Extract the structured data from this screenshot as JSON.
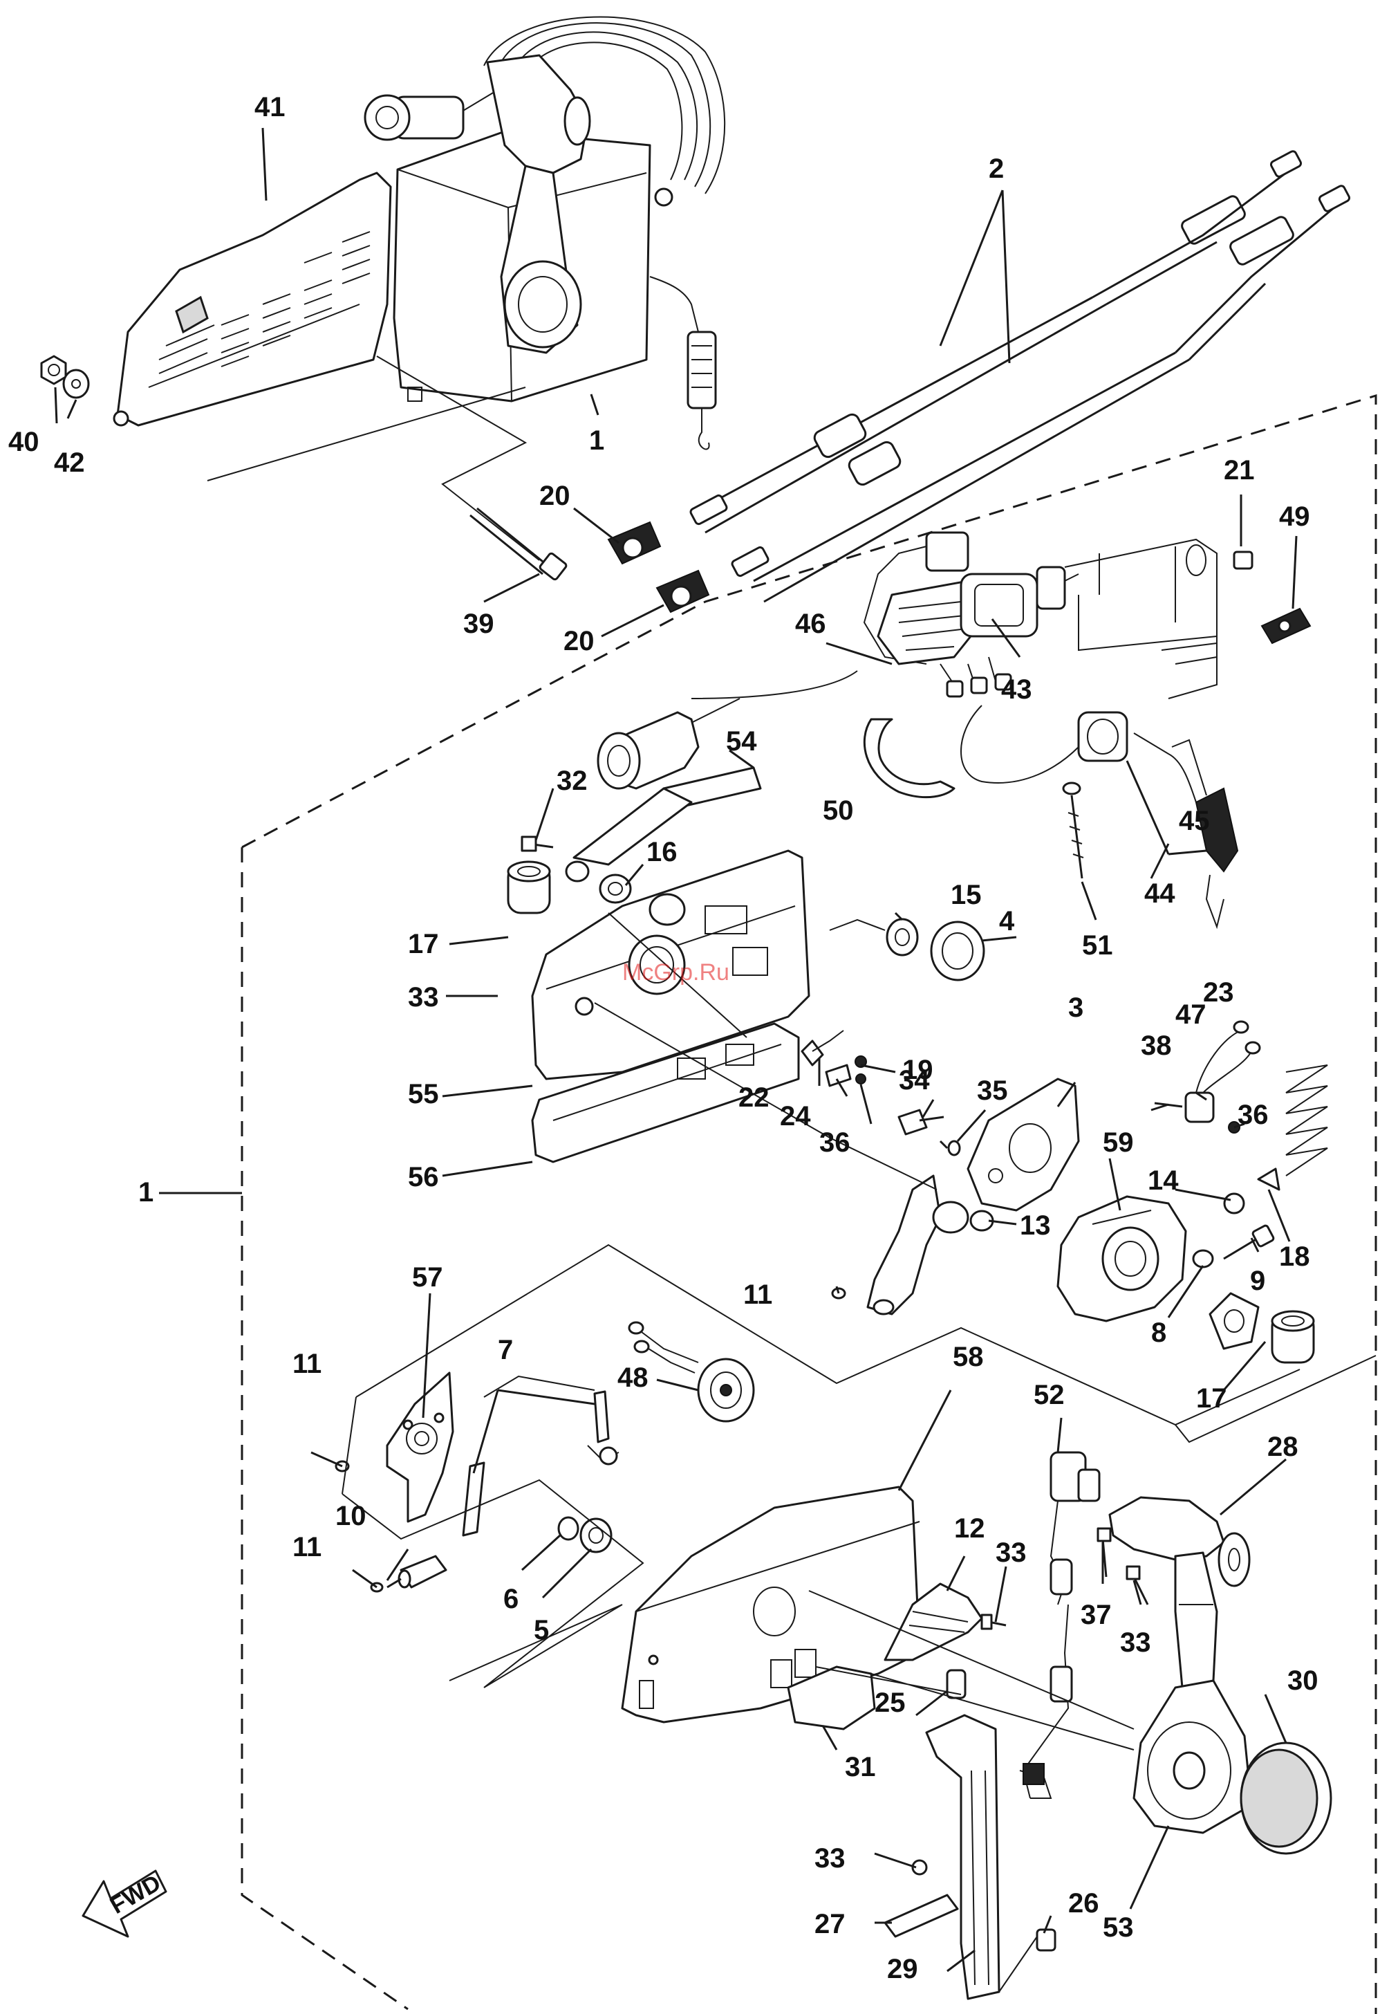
{
  "watermark": "McGrp.Ru",
  "direction_label": "FWD",
  "labels": {
    "p1": "1",
    "p1b": "1",
    "p2": "2",
    "p3": "3",
    "p4": "4",
    "p5": "5",
    "p6": "6",
    "p7": "7",
    "p8": "8",
    "p9": "9",
    "p10": "10",
    "p11a": "11",
    "p11b": "11",
    "p11c": "11",
    "p12": "12",
    "p13": "13",
    "p14": "14",
    "p15": "15",
    "p16": "16",
    "p17a": "17",
    "p17b": "17",
    "p18": "18",
    "p19": "19",
    "p20a": "20",
    "p20b": "20",
    "p21": "21",
    "p22": "22",
    "p23": "23",
    "p24": "24",
    "p25": "25",
    "p26": "26",
    "p27": "27",
    "p28": "28",
    "p29": "29",
    "p30": "30",
    "p31": "31",
    "p32": "32",
    "p33a": "33",
    "p33b": "33",
    "p33c": "33",
    "p33d": "33",
    "p34": "34",
    "p35": "35",
    "p36a": "36",
    "p36b": "36",
    "p37": "37",
    "p38": "38",
    "p39": "39",
    "p40": "40",
    "p41": "41",
    "p42": "42",
    "p43": "43",
    "p44": "44",
    "p45": "45",
    "p46": "46",
    "p47": "47",
    "p48": "48",
    "p49": "49",
    "p50": "50",
    "p51": "51",
    "p52": "52",
    "p53": "53",
    "p54": "54",
    "p55": "55",
    "p56": "56",
    "p57": "57",
    "p58": "58",
    "p59": "59"
  }
}
